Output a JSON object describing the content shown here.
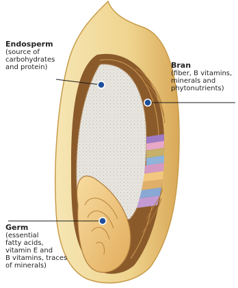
{
  "labels": {
    "endosperm": {
      "title": "Endosperm",
      "desc": "(source of\ncarbohydrates\nand protein)"
    },
    "bran": {
      "title": "Bran",
      "desc": "(fiber, B vitamins,\nminerals and\nphytonutrients)"
    },
    "germ": {
      "title": "Germ",
      "desc": "(essential\nfatty acids,\nvitamin E and\nB vitamins, traces\nof minerals)"
    }
  },
  "colors": {
    "husk": "#f3dc9c",
    "husk_edge": "#c79a48",
    "bran_brown": "#8a5a2b",
    "endosperm": "#e6e4de",
    "germ": "#f0c77e",
    "pointer": "#1a1a1a",
    "pointer_dot": "#1f4f9c"
  },
  "icons": [
    "wheat-kernel-illustration"
  ]
}
